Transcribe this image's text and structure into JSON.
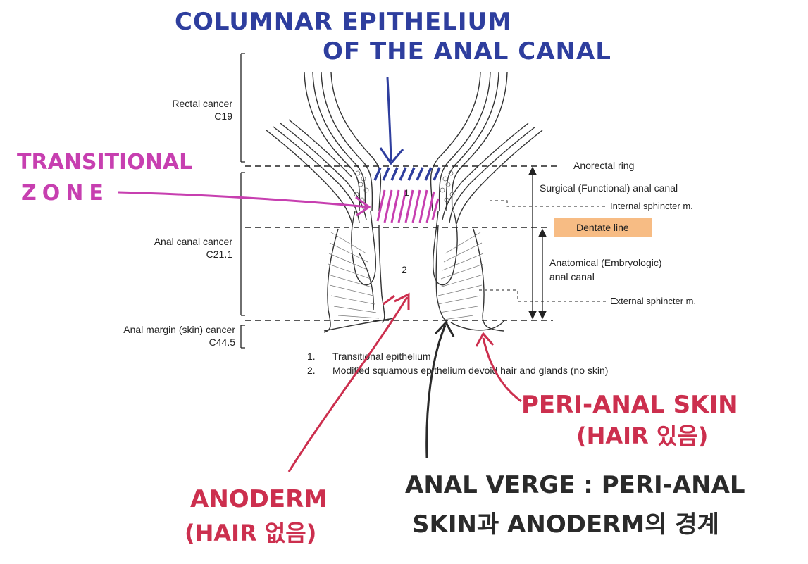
{
  "colors": {
    "blue": "#2e3e9e",
    "magenta": "#c73fb0",
    "red": "#cc2f4e",
    "black": "#2a2a2a",
    "dentate_highlight": "#f6b06e",
    "print": "#222222"
  },
  "handwritten": {
    "columnar_line1": "COLUMNAR EPITHELIUM",
    "columnar_line2": "OF THE ANAL CANAL",
    "transitional_line1": "TRANSITIONAL",
    "transitional_line2": "ZONE",
    "anoderm_line1": "ANODERM",
    "anoderm_line2": "(HAIR 없음)",
    "perianal_line1": "PERI-ANAL SKIN",
    "perianal_line2": "(HAIR 있음)",
    "verge_line1": "ANAL VERGE : PERI-ANAL",
    "verge_line2": "SKIN과 ANODERM의 경계"
  },
  "left_labels": {
    "rectal_cancer": "Rectal cancer",
    "rectal_code": "C19",
    "anal_canal_cancer": "Anal canal cancer",
    "anal_canal_code": "C21.1",
    "anal_margin_cancer": "Anal margin (skin) cancer",
    "anal_margin_code": "C44.5"
  },
  "right_labels": {
    "anorectal_ring": "Anorectal ring",
    "surgical_canal": "Surgical (Functional) anal canal",
    "internal_sphincter": "Internal sphincter m.",
    "dentate_line": "Dentate line",
    "anatomical_line1": "Anatomical (Embryologic)",
    "anatomical_line2": "anal canal",
    "external_sphincter": "External sphincter m."
  },
  "zone_numbers": {
    "one": "1",
    "two": "2"
  },
  "legend": {
    "item1_num": "1.",
    "item1_text": "Transitional epithelium",
    "item2_num": "2.",
    "item2_text": "Modified squamous epithelium devoid hair and glands (no skin)"
  }
}
